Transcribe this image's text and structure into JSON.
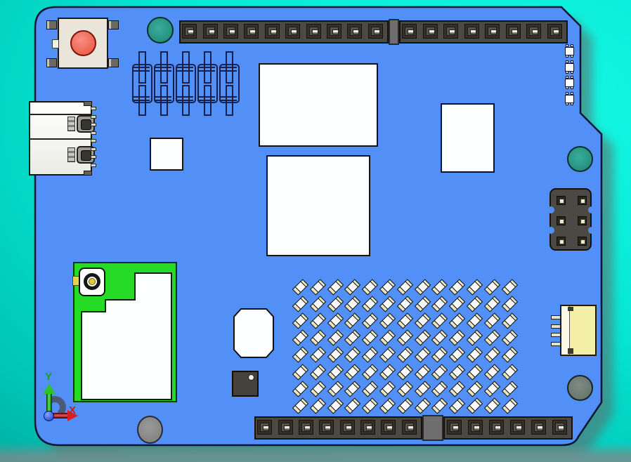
{
  "viewport": {
    "app_context": "3D CAD model viewport",
    "model": "blue Arduino-style PCB shield, top view",
    "axis_triad": {
      "x_label": "X",
      "y_label": "Y"
    },
    "colors": {
      "background_cyan": "#06E8D5",
      "board_blue": "#528FF7",
      "header_gray": "#4C4843",
      "module_green": "#26DB26",
      "button_red": "#EE5F4C",
      "connector_yellow": "#F4EFA6",
      "hole_teal": "#2E9C8B",
      "hole_gray": "#7E8C84",
      "axis_x_red": "#D92020",
      "axis_y_green": "#2FBF2F",
      "origin_blue": "#1A35C8",
      "smd_cap_cream": "#EAE4BC"
    }
  },
  "board": {
    "top_pin_header": {
      "left_pins": 10,
      "right_pins": 8
    },
    "bottom_pin_header": {
      "left_pins": 8,
      "right_pins": 6
    },
    "icsp_header": {
      "rows": 3,
      "cols": 2
    },
    "wireframe_headers": {
      "count": 5
    },
    "right_edge_smds": {
      "count": 4
    },
    "smd_grid": {
      "rows": 8,
      "cols": 13
    },
    "usb_connector": {
      "ports": 2,
      "side_pins": 8
    },
    "yellow_connector": {
      "pins": 4
    },
    "white_footprints": {
      "count": 4
    },
    "mounting_holes": {
      "teal": 2,
      "gray": 2
    },
    "rf_module": {
      "has_ufl_antenna_connector": true
    }
  }
}
